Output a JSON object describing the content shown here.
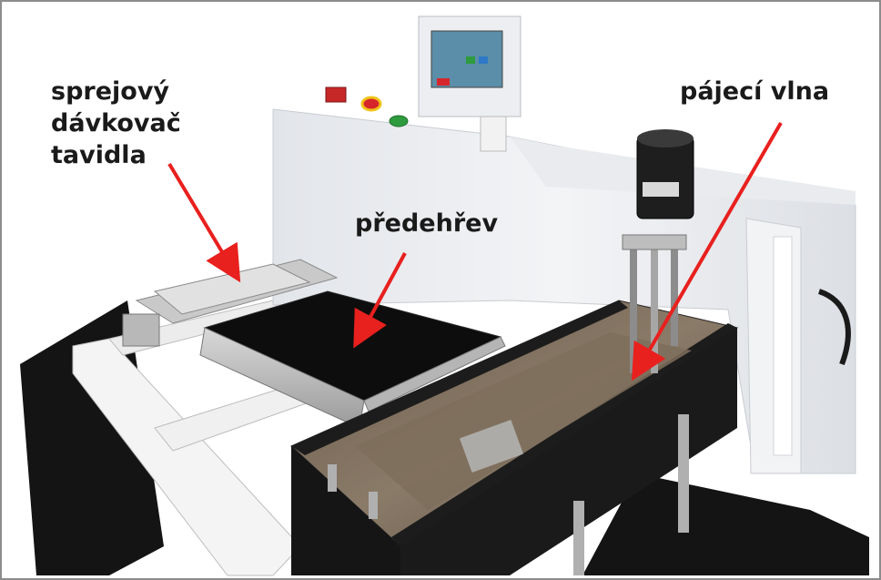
{
  "labels": {
    "flux_sprayer": [
      "sprejový",
      "dávkovač",
      "tavidla"
    ],
    "preheat": "předehřev",
    "solder_wave": "pájecí vlna"
  },
  "colors": {
    "arrow": "#e8201e",
    "frame_border": "#8c8c8c",
    "machine_body": "#eef0f3",
    "base_plate": "#141414",
    "frame_rails": "#f4f4f4",
    "solder_tank": "#1c1c1c",
    "panel_screen": "#5b8ea8",
    "stop_button": "#d7262b",
    "start_button": "#2e9b3e"
  }
}
